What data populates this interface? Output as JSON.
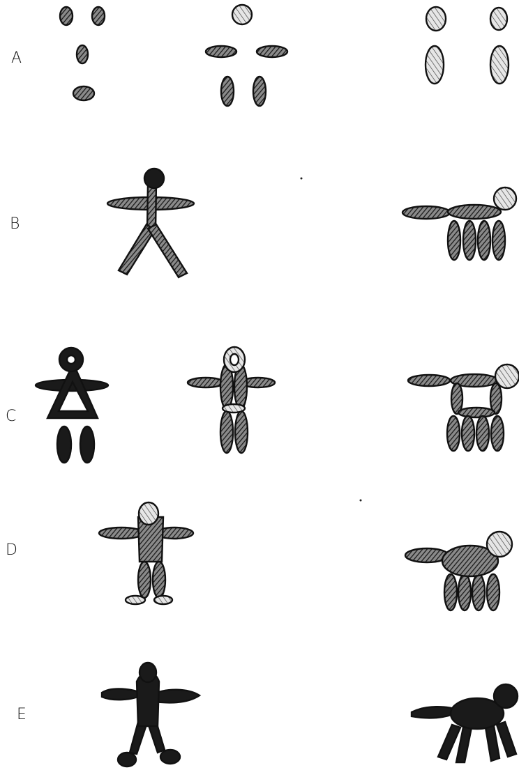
{
  "rows": [
    {
      "id": "A",
      "label": "A"
    },
    {
      "id": "B",
      "label": "B"
    },
    {
      "id": "C",
      "label": "C"
    },
    {
      "id": "D",
      "label": "D"
    },
    {
      "id": "E",
      "label": "E"
    }
  ],
  "figures": [
    {
      "row": "A",
      "name": "clay-pieces-set-1"
    },
    {
      "row": "A",
      "name": "clay-pieces-set-2"
    },
    {
      "row": "A",
      "name": "clay-pieces-set-3"
    },
    {
      "row": "B",
      "name": "stick-person"
    },
    {
      "row": "B",
      "name": "stick-animal"
    },
    {
      "row": "C",
      "name": "ring-person"
    },
    {
      "row": "C",
      "name": "outline-person"
    },
    {
      "row": "C",
      "name": "outline-animal"
    },
    {
      "row": "D",
      "name": "filled-person"
    },
    {
      "row": "D",
      "name": "filled-animal"
    },
    {
      "row": "E",
      "name": "solid-person"
    },
    {
      "row": "E",
      "name": "solid-animal"
    }
  ]
}
